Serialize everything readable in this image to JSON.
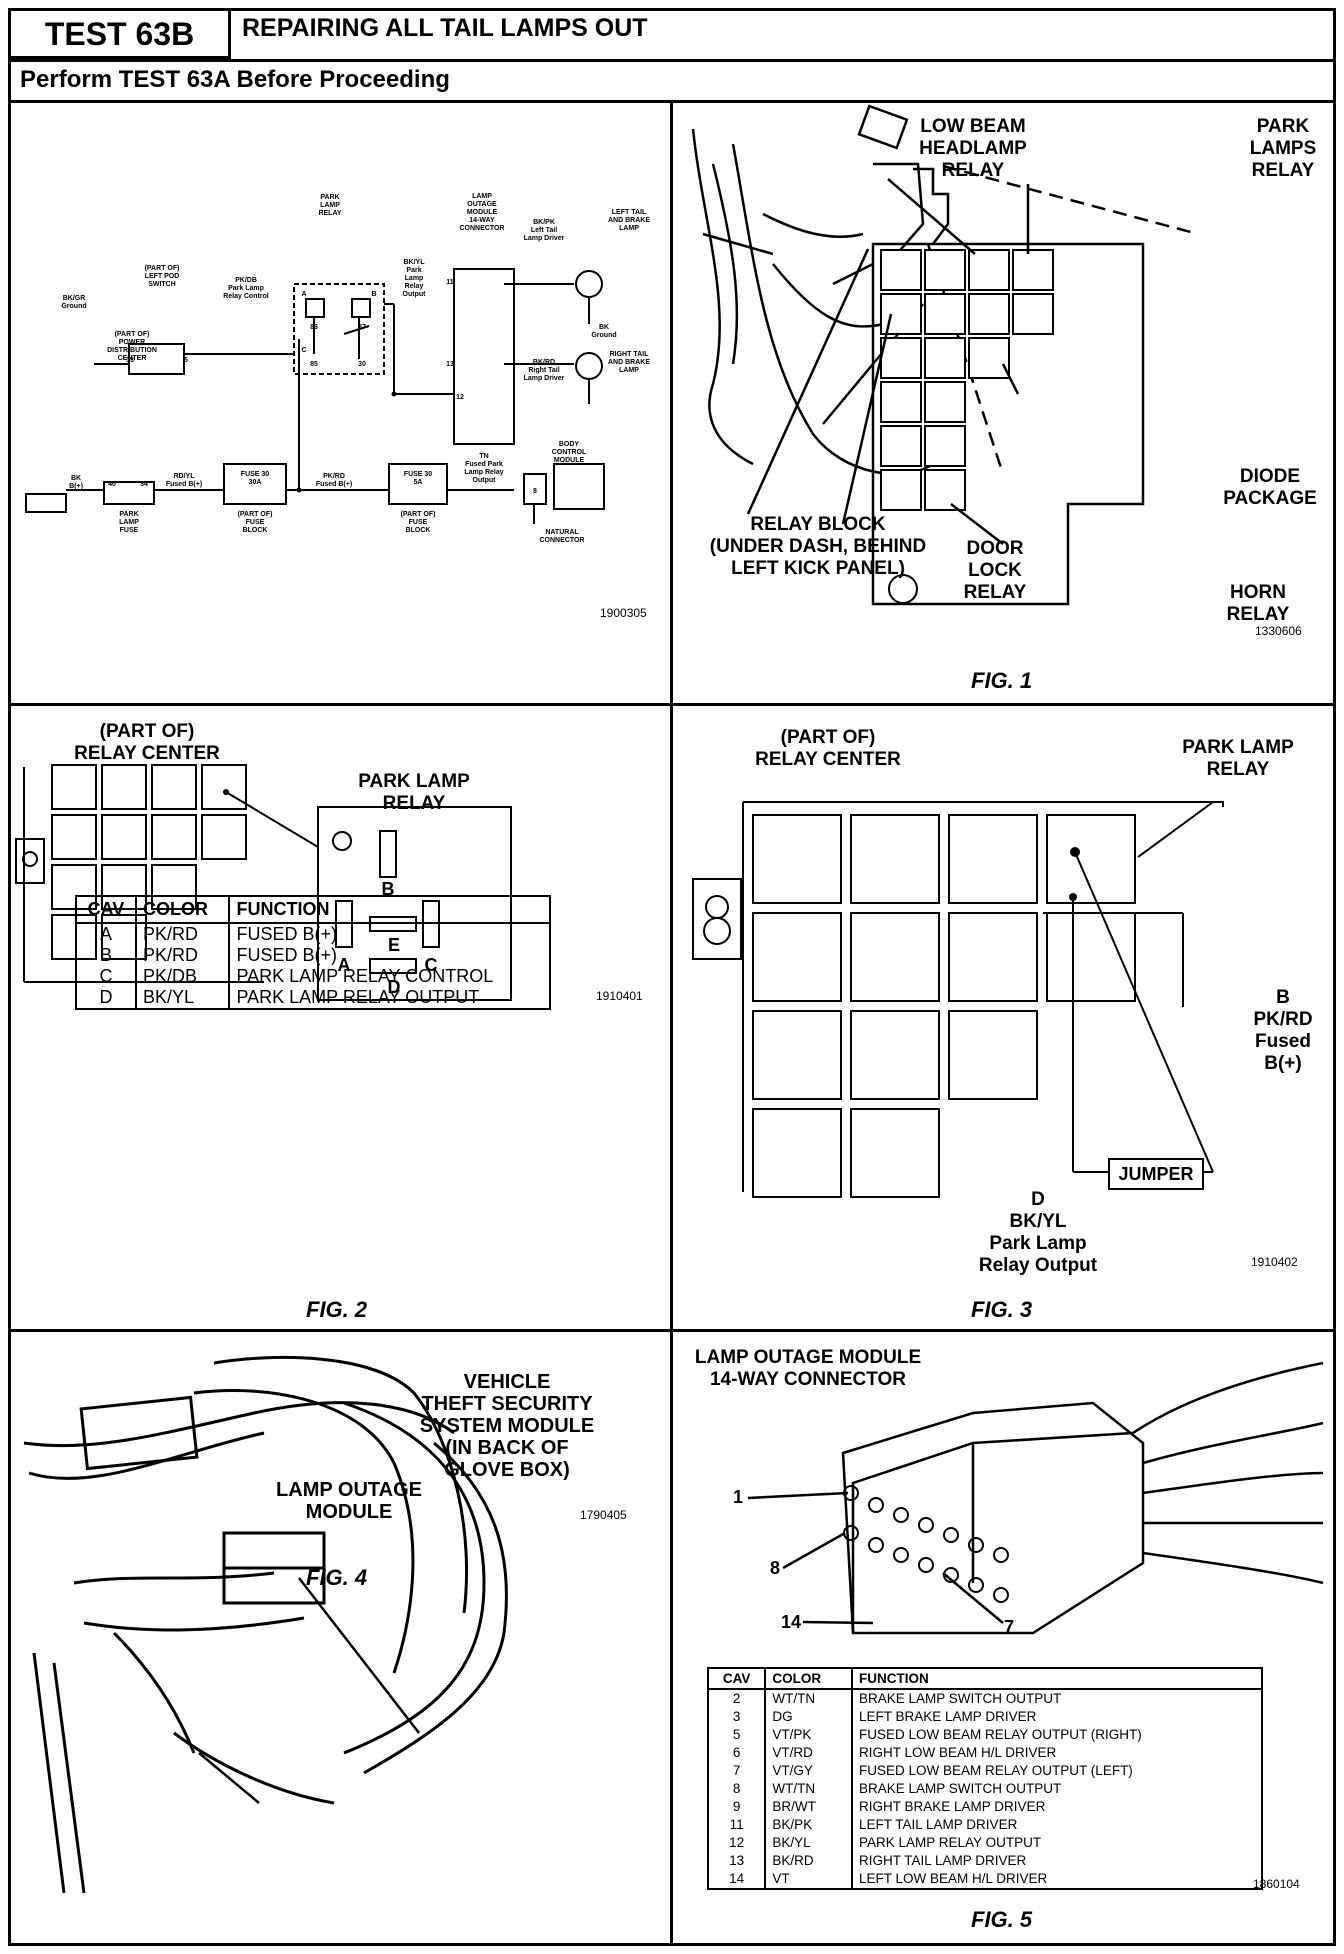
{
  "header": {
    "test_id": "TEST 63B",
    "title": "REPAIRING ALL TAIL LAMPS OUT",
    "subtitle": "Perform TEST 63A Before Proceeding"
  },
  "schematic": {
    "code": "1900305",
    "labels": {
      "park_lamp_relay": [
        "PARK",
        "LAMP",
        "RELAY"
      ],
      "left_pod_switch": [
        "(PART OF)",
        "LEFT POD",
        "SWITCH"
      ],
      "lamp_outage_module": [
        "LAMP",
        "OUTAGE",
        "MODULE",
        "14-WAY",
        "CONNECTOR"
      ],
      "left_tail_driver": [
        "BK/PK",
        "Left Tail",
        "Lamp Driver"
      ],
      "left_tail_lamp": [
        "LEFT TAIL",
        "AND BRAKE",
        "LAMP"
      ],
      "right_tail_driver": [
        "BK/RD",
        "Right Tail",
        "Lamp Driver"
      ],
      "right_tail_lamp": [
        "RIGHT TAIL",
        "AND BRAKE",
        "LAMP"
      ],
      "bk_ground": [
        "BK",
        "Ground"
      ],
      "bkyl_output": [
        "BK/YL",
        "Park",
        "Lamp",
        "Relay",
        "Output"
      ],
      "pkdb_control": [
        "PK/DB",
        "Park Lamp",
        "Relay Control"
      ],
      "bkgr_ground": [
        "BK/GR",
        "Ground"
      ],
      "pdc": [
        "(PART OF)",
        "POWER",
        "DISTRIBUTION",
        "CENTER"
      ],
      "bk_b": [
        "BK",
        "B(+)"
      ],
      "rd_yl": [
        "RD/YL",
        "Fused B(+)"
      ],
      "pk_rd": [
        "PK/RD",
        "Fused B(+)"
      ],
      "fuse_30a": [
        "FUSE 30",
        "30A"
      ],
      "fuse_5a": [
        "FUSE 30",
        "5A"
      ],
      "fuse_block": [
        "(PART OF)",
        "FUSE",
        "BLOCK"
      ],
      "park_lamp_fuse": [
        "PARK",
        "LAMP",
        "FUSE"
      ],
      "tan_fused": [
        "TN",
        "Fused Park",
        "Lamp Relay",
        "Output"
      ],
      "body_control": [
        "BODY",
        "CONTROL",
        "MODULE"
      ],
      "natural_connector": [
        "NATURAL",
        "CONNECTOR"
      ],
      "pins": [
        "13",
        "5",
        "11",
        "12",
        "13",
        "40",
        "34",
        "86",
        "87",
        "85",
        "30",
        "C",
        "A",
        "B",
        "8"
      ]
    }
  },
  "fig1": {
    "caption": "FIG. 1",
    "code": "1330606",
    "labels": {
      "low_beam": [
        "LOW BEAM",
        "HEADLAMP",
        "RELAY"
      ],
      "park_lamps": [
        "PARK",
        "LAMPS",
        "RELAY"
      ],
      "diode": [
        "DIODE",
        "PACKAGE"
      ],
      "horn": [
        "HORN",
        "RELAY"
      ],
      "door_lock": [
        "DOOR",
        "LOCK",
        "RELAY"
      ],
      "relay_block": [
        "RELAY BLOCK",
        "(UNDER DASH, BEHIND",
        "LEFT KICK PANEL)"
      ]
    }
  },
  "fig2": {
    "caption": "FIG. 2",
    "code": "1910401",
    "relay_center": [
      "(PART OF)",
      "RELAY CENTER"
    ],
    "park_lamp_relay": [
      "PARK LAMP",
      "RELAY"
    ],
    "pins": [
      "A",
      "B",
      "C",
      "D",
      "E"
    ],
    "table": {
      "headers": [
        "CAV",
        "COLOR",
        "FUNCTION"
      ],
      "rows": [
        [
          "A",
          "PK/RD",
          "FUSED B(+)"
        ],
        [
          "B",
          "PK/RD",
          "FUSED B(+)"
        ],
        [
          "C",
          "PK/DB",
          "PARK LAMP RELAY CONTROL"
        ],
        [
          "D",
          "BK/YL",
          "PARK LAMP RELAY OUTPUT"
        ]
      ]
    }
  },
  "fig3": {
    "caption": "FIG. 3",
    "code": "1910402",
    "relay_center": [
      "(PART OF)",
      "RELAY CENTER"
    ],
    "park_lamp_relay": [
      "PARK LAMP",
      "RELAY"
    ],
    "b_label": [
      "B",
      "PK/RD",
      "Fused",
      "B(+)"
    ],
    "jumper": "JUMPER",
    "d_label": [
      "D",
      "BK/YL",
      "Park Lamp",
      "Relay Output"
    ]
  },
  "fig4": {
    "caption": "FIG. 4",
    "code": "1790405",
    "vtss": [
      "VEHICLE",
      "THEFT SECURITY",
      "SYSTEM MODULE",
      "(IN BACK OF",
      "GLOVE BOX)"
    ],
    "lamp_outage": [
      "LAMP OUTAGE",
      "MODULE"
    ]
  },
  "fig5": {
    "caption": "FIG. 5",
    "code": "1860104",
    "title": [
      "LAMP OUTAGE MODULE",
      "14-WAY CONNECTOR"
    ],
    "pins": [
      "1",
      "8",
      "14",
      "7"
    ],
    "table": {
      "headers": [
        "CAV",
        "COLOR",
        "FUNCTION"
      ],
      "rows": [
        [
          "2",
          "WT/TN",
          "BRAKE LAMP SWITCH OUTPUT"
        ],
        [
          "3",
          "DG",
          "LEFT BRAKE LAMP DRIVER"
        ],
        [
          "5",
          "VT/PK",
          "FUSED LOW BEAM RELAY OUTPUT (RIGHT)"
        ],
        [
          "6",
          "VT/RD",
          "RIGHT LOW BEAM H/L DRIVER"
        ],
        [
          "7",
          "VT/GY",
          "FUSED LOW BEAM RELAY OUTPUT (LEFT)"
        ],
        [
          "8",
          "WT/TN",
          "BRAKE LAMP SWITCH OUTPUT"
        ],
        [
          "9",
          "BR/WT",
          "RIGHT BRAKE LAMP DRIVER"
        ],
        [
          "11",
          "BK/PK",
          "LEFT TAIL LAMP DRIVER"
        ],
        [
          "12",
          "BK/YL",
          "PARK LAMP RELAY OUTPUT"
        ],
        [
          "13",
          "BK/RD",
          "RIGHT TAIL LAMP DRIVER"
        ],
        [
          "14",
          "VT",
          "LEFT LOW BEAM H/L DRIVER"
        ]
      ]
    }
  }
}
